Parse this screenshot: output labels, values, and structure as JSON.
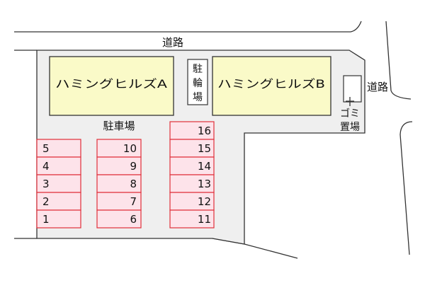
{
  "map": {
    "road_top_label": "道路",
    "road_right_label": "道路",
    "building_a": "ハミングヒルズA",
    "building_b": "ハミングヒルズB",
    "bicycle_parking": [
      "駐",
      "輪",
      "場"
    ],
    "parking_label": "駐車場",
    "garbage_label": [
      "ゴミ",
      "置場"
    ],
    "parking_spaces": {
      "left_column": [
        "5",
        "4",
        "3",
        "2",
        "1"
      ],
      "middle_column": [
        "10",
        "9",
        "8",
        "7",
        "6"
      ],
      "right_column": [
        "16",
        "15",
        "14",
        "13",
        "12",
        "11"
      ]
    }
  }
}
